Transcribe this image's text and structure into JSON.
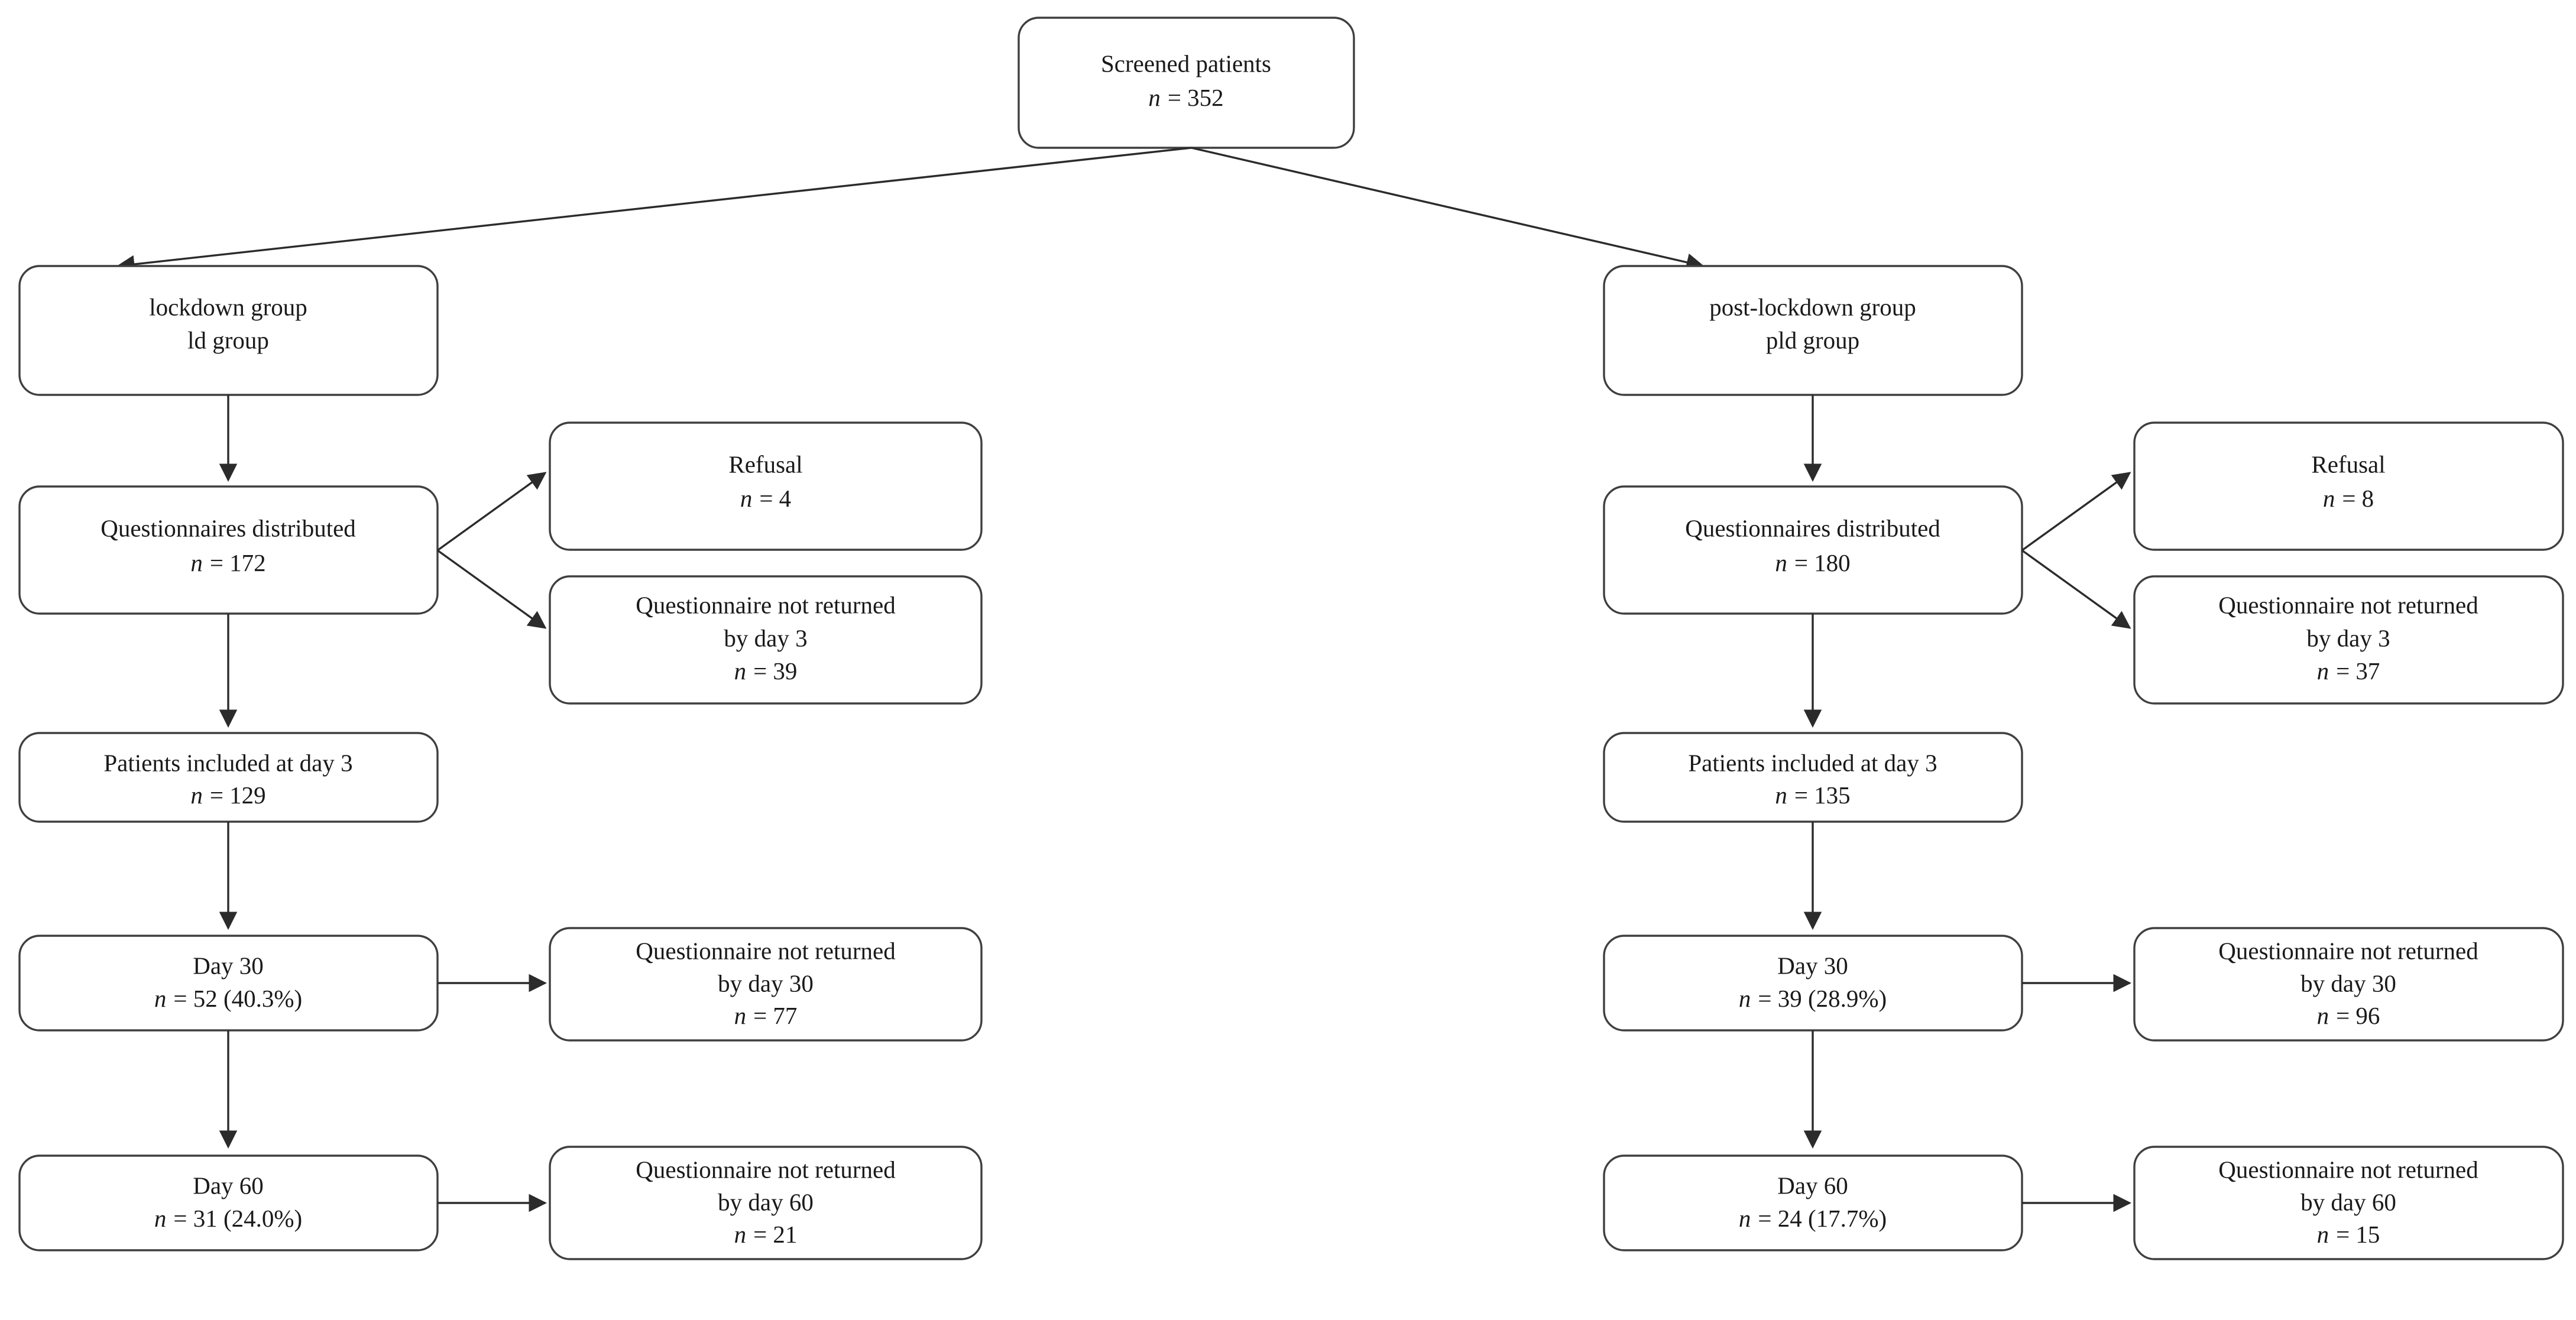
{
  "diagram": {
    "type": "flowchart",
    "title_box": {
      "line1": "Screened patients",
      "line2_n": "n",
      "line2_eq": "= 352"
    },
    "arms": [
      {
        "key": "lockdown",
        "group": {
          "line1": "lockdown group",
          "line2": "ld group"
        },
        "distributed": {
          "line1": "Questionnaires distributed",
          "n": "n",
          "val": "= 172"
        },
        "excluded_top": {
          "line1": "Refusal",
          "n": "n",
          "val": "= 4"
        },
        "excluded_bottom": {
          "line1": "Questionnaire not returned",
          "line2": "by day 3",
          "n": "n",
          "val": "= 39"
        },
        "included": {
          "line1": "Patients included at day 3",
          "n": "n",
          "val": "= 129"
        },
        "day30": {
          "line1": "Day 30",
          "n": "n",
          "val": "= 52 (40.3%)"
        },
        "day30_lost": {
          "line1": "Questionnaire not returned",
          "line2": "by day 30",
          "n": "n",
          "val": "= 77"
        },
        "day60": {
          "line1": "Day 60",
          "n": "n",
          "val": "= 31 (24.0%)"
        },
        "day60_lost": {
          "line1": "Questionnaire not returned",
          "line2": "by day 60",
          "n": "n",
          "val": "= 21"
        }
      },
      {
        "key": "post-lockdown",
        "group": {
          "line1": "post-lockdown group",
          "line2": "pld group"
        },
        "distributed": {
          "line1": "Questionnaires distributed",
          "n": "n",
          "val": "= 180"
        },
        "excluded_top": {
          "line1": "Refusal",
          "n": "n",
          "val": "= 8"
        },
        "excluded_bottom": {
          "line1": "Questionnaire not returned",
          "line2": "by day 3",
          "n": "n",
          "val": "= 37"
        },
        "included": {
          "line1": "Patients included at day 3",
          "n": "n",
          "val": "= 135"
        },
        "day30": {
          "line1": "Day 30",
          "n": "n",
          "val": "= 39 (28.9%)"
        },
        "day30_lost": {
          "line1": "Questionnaire not returned",
          "line2": "by day 30",
          "n": "n",
          "val": "= 96"
        },
        "day60": {
          "line1": "Day 60",
          "n": "n",
          "val": "= 24 (17.7%)"
        },
        "day60_lost": {
          "line1": "Questionnaire not returned",
          "line2": "by day 60",
          "n": "n",
          "val": "= 15"
        }
      }
    ],
    "colors": {
      "box_stroke": "#3f3f3f",
      "line": "#2b2b2b",
      "text": "#1a1a1a",
      "background": "#ffffff"
    }
  }
}
